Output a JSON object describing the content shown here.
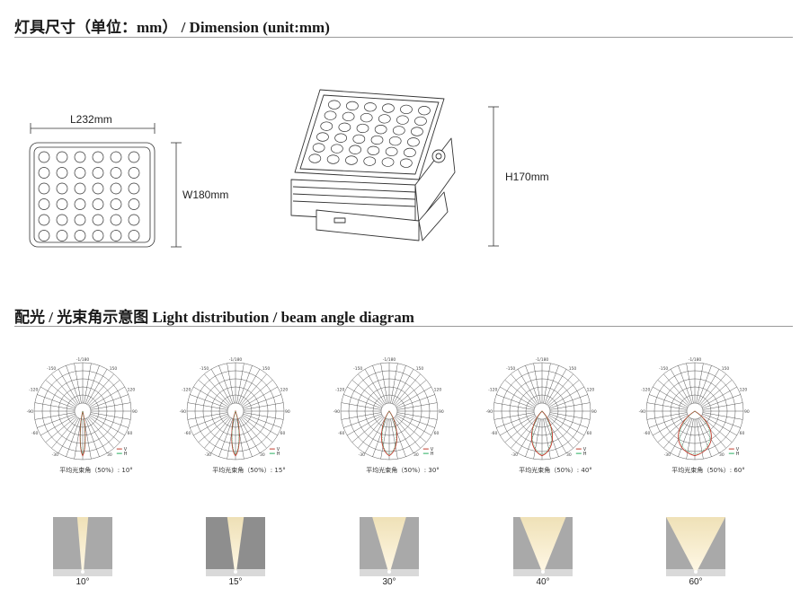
{
  "sections": {
    "dimension_title": "灯具尺寸（单位：mm） / Dimension (unit:mm)",
    "distribution_title": "配光 / 光束角示意图   Light distribution / beam angle diagram"
  },
  "dimensions": {
    "length": "L232mm",
    "width": "W180mm",
    "height": "H170mm"
  },
  "polar": {
    "tick_labels": [
      "-1/180",
      "150",
      "-150",
      "120",
      "-120",
      "90",
      "-90",
      "60",
      "-60",
      "30",
      "-30"
    ],
    "legend": [
      "V",
      "H"
    ],
    "colors": {
      "v": "#c0392b",
      "h": "#27ae60",
      "grid": "#444444"
    },
    "diagrams": [
      {
        "caption": "平均光束角（50%）: 10°",
        "angle": 10
      },
      {
        "caption": "平均光束角（50%）: 15°",
        "angle": 15
      },
      {
        "caption": "平均光束角（50%）: 30°",
        "angle": 30
      },
      {
        "caption": "平均光束角（50%）: 40°",
        "angle": 40
      },
      {
        "caption": "平均光束角（50%）: 60°",
        "angle": 60
      }
    ]
  },
  "beams": [
    {
      "label": "10°",
      "angle": 10,
      "bg": "#a9a9a9"
    },
    {
      "label": "15°",
      "angle": 15,
      "bg": "#8e8e8e"
    },
    {
      "label": "30°",
      "angle": 30,
      "bg": "#a9a9a9"
    },
    {
      "label": "40°",
      "angle": 40,
      "bg": "#a9a9a9"
    },
    {
      "label": "60°",
      "angle": 60,
      "bg": "#a9a9a9"
    }
  ]
}
